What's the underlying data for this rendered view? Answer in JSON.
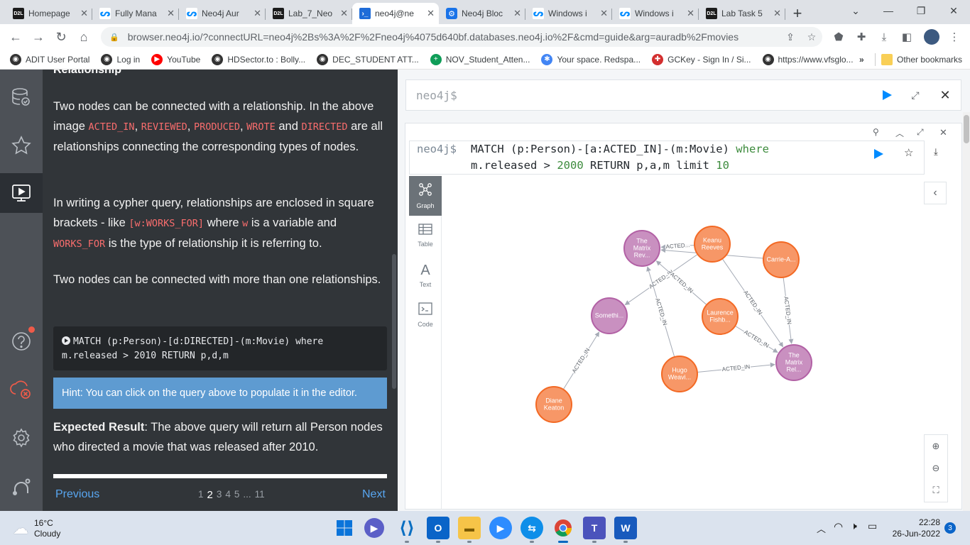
{
  "browser": {
    "tabs": [
      {
        "label": "Homepage",
        "icon": "d2l"
      },
      {
        "label": "Fully Mana",
        "icon": "neo4j"
      },
      {
        "label": "Neo4j Aur",
        "icon": "neo4j"
      },
      {
        "label": "Lab_7_Neo",
        "icon": "d2l"
      },
      {
        "label": "neo4j@ne",
        "icon": "terminal"
      },
      {
        "label": "Neo4j Bloc",
        "icon": "gear"
      },
      {
        "label": "Windows i",
        "icon": "neo4j"
      },
      {
        "label": "Windows i",
        "icon": "neo4j"
      },
      {
        "label": "Lab Task 5",
        "icon": "d2l"
      }
    ],
    "active_tab": 4,
    "url": "browser.neo4j.io/?connectURL=neo4j%2Bs%3A%2F%2Fneo4j%4075d640bf.databases.neo4j.io%2F&cmd=guide&arg=auradb%2Fmovies",
    "bookmarks": [
      {
        "label": "ADIT User Portal",
        "color": "#333"
      },
      {
        "label": "Log in",
        "color": "#333"
      },
      {
        "label": "YouTube",
        "color": "#ff0000"
      },
      {
        "label": "HDSector.to : Bolly...",
        "color": "#333"
      },
      {
        "label": "DEC_STUDENT ATT...",
        "color": "#333"
      },
      {
        "label": "NOV_Student_Atten...",
        "color": "#0f9d58"
      },
      {
        "label": "Your space. Redspa...",
        "color": "#4285f4"
      },
      {
        "label": "GCKey - Sign In / Si...",
        "color": "#d32f2f"
      },
      {
        "label": "https://www.vfsglo...",
        "color": "#333"
      }
    ],
    "more_bookmarks": "»",
    "other_bookmarks": "Other bookmarks"
  },
  "guide": {
    "p1_pre": "Two nodes can be connected with a relationship. In the above image ",
    "rel_acted_in": "ACTED_IN",
    "rel_reviewed": "REVIEWED",
    "rel_produced": "PRODUCED",
    "rel_wrote": "WROTE",
    "rel_directed": "DIRECTED",
    "sep": ", ",
    "and": " and ",
    "p1_post": " are all relationships connecting the corresponding types of nodes.",
    "p2_pre": "In writing a cypher query, relationships are enclosed in square brackets - like ",
    "code_works_for": "[w:WORKS_FOR]",
    "p2_mid1": " where ",
    "code_w": "w",
    "p2_mid2": " is a variable and ",
    "code_rel": "WORKS_FOR",
    "p2_post": " is the type of relationship it is referring to.",
    "p3": "Two nodes can be connected with more than one relationships.",
    "code_line1": "MATCH (p:Person)-[d:DIRECTED]-(m:Movie) where",
    "code_line2": "m.released > 2010 RETURN p,d,m",
    "hint": "Hint: You can click on the query above to populate it in the editor.",
    "expected_label": "Expected Result",
    "expected_text": ": The above query will return all Person nodes who directed a movie that was released after 2010.",
    "previous": "Previous",
    "next": "Next",
    "pages": [
      "1",
      "2",
      "3",
      "4",
      "5",
      "...",
      "11"
    ],
    "current_page": 2
  },
  "editor": {
    "prompt": "neo4j$"
  },
  "result": {
    "prompt": "neo4j$",
    "query_line1": [
      "MATCH (p:Person)-[a:ACTED_IN]-(m:Movie) ",
      "where"
    ],
    "query_line2": [
      "m.released > ",
      "2000",
      " RETURN p,a,m limit ",
      "10"
    ],
    "views": [
      "Graph",
      "Table",
      "Text",
      "Code"
    ],
    "active_view": "Graph"
  },
  "graph": {
    "person_color": "#f79767",
    "movie_color": "#c990c0",
    "nodes": [
      {
        "id": "matrix_rev",
        "lines": [
          "The",
          "Matrix",
          "Rev..."
        ],
        "type": "movie"
      },
      {
        "id": "keanu",
        "lines": [
          "Keanu",
          "Reeves"
        ],
        "type": "person"
      },
      {
        "id": "carrie",
        "lines": [
          "Carrie-A..."
        ],
        "type": "person"
      },
      {
        "id": "somethi",
        "lines": [
          "Somethi..."
        ],
        "type": "movie"
      },
      {
        "id": "laurence",
        "lines": [
          "Laurence",
          "Fishb..."
        ],
        "type": "person"
      },
      {
        "id": "matrix_rel",
        "lines": [
          "The",
          "Matrix",
          "Rel..."
        ],
        "type": "movie"
      },
      {
        "id": "hugo",
        "lines": [
          "Hugo",
          "Weavi..."
        ],
        "type": "person"
      },
      {
        "id": "diane",
        "lines": [
          "Diane",
          "Keaton"
        ],
        "type": "person"
      }
    ],
    "edges": [
      {
        "from": "keanu",
        "to": "matrix_rev",
        "label": "ACTED..."
      },
      {
        "from": "carrie",
        "to": "matrix_rev",
        "label": ""
      },
      {
        "from": "keanu",
        "to": "somethi",
        "label": "ACTED_IN"
      },
      {
        "from": "laurence",
        "to": "matrix_rev",
        "label": "ACTED_IN"
      },
      {
        "from": "hugo",
        "to": "matrix_rev",
        "label": "ACTED_IN"
      },
      {
        "from": "keanu",
        "to": "matrix_rel",
        "label": "ACTED_IN"
      },
      {
        "from": "carrie",
        "to": "matrix_rel",
        "label": "ACTED_IN"
      },
      {
        "from": "laurence",
        "to": "matrix_rel",
        "label": "ACTED_IN"
      },
      {
        "from": "hugo",
        "to": "matrix_rel",
        "label": "ACTED_IN"
      },
      {
        "from": "diane",
        "to": "somethi",
        "label": "ACTED_IN"
      }
    ]
  },
  "taskbar": {
    "weather_temp": "16°C",
    "weather_desc": "Cloudy",
    "time": "22:28",
    "date": "26-Jun-2022",
    "notifications": "3"
  }
}
